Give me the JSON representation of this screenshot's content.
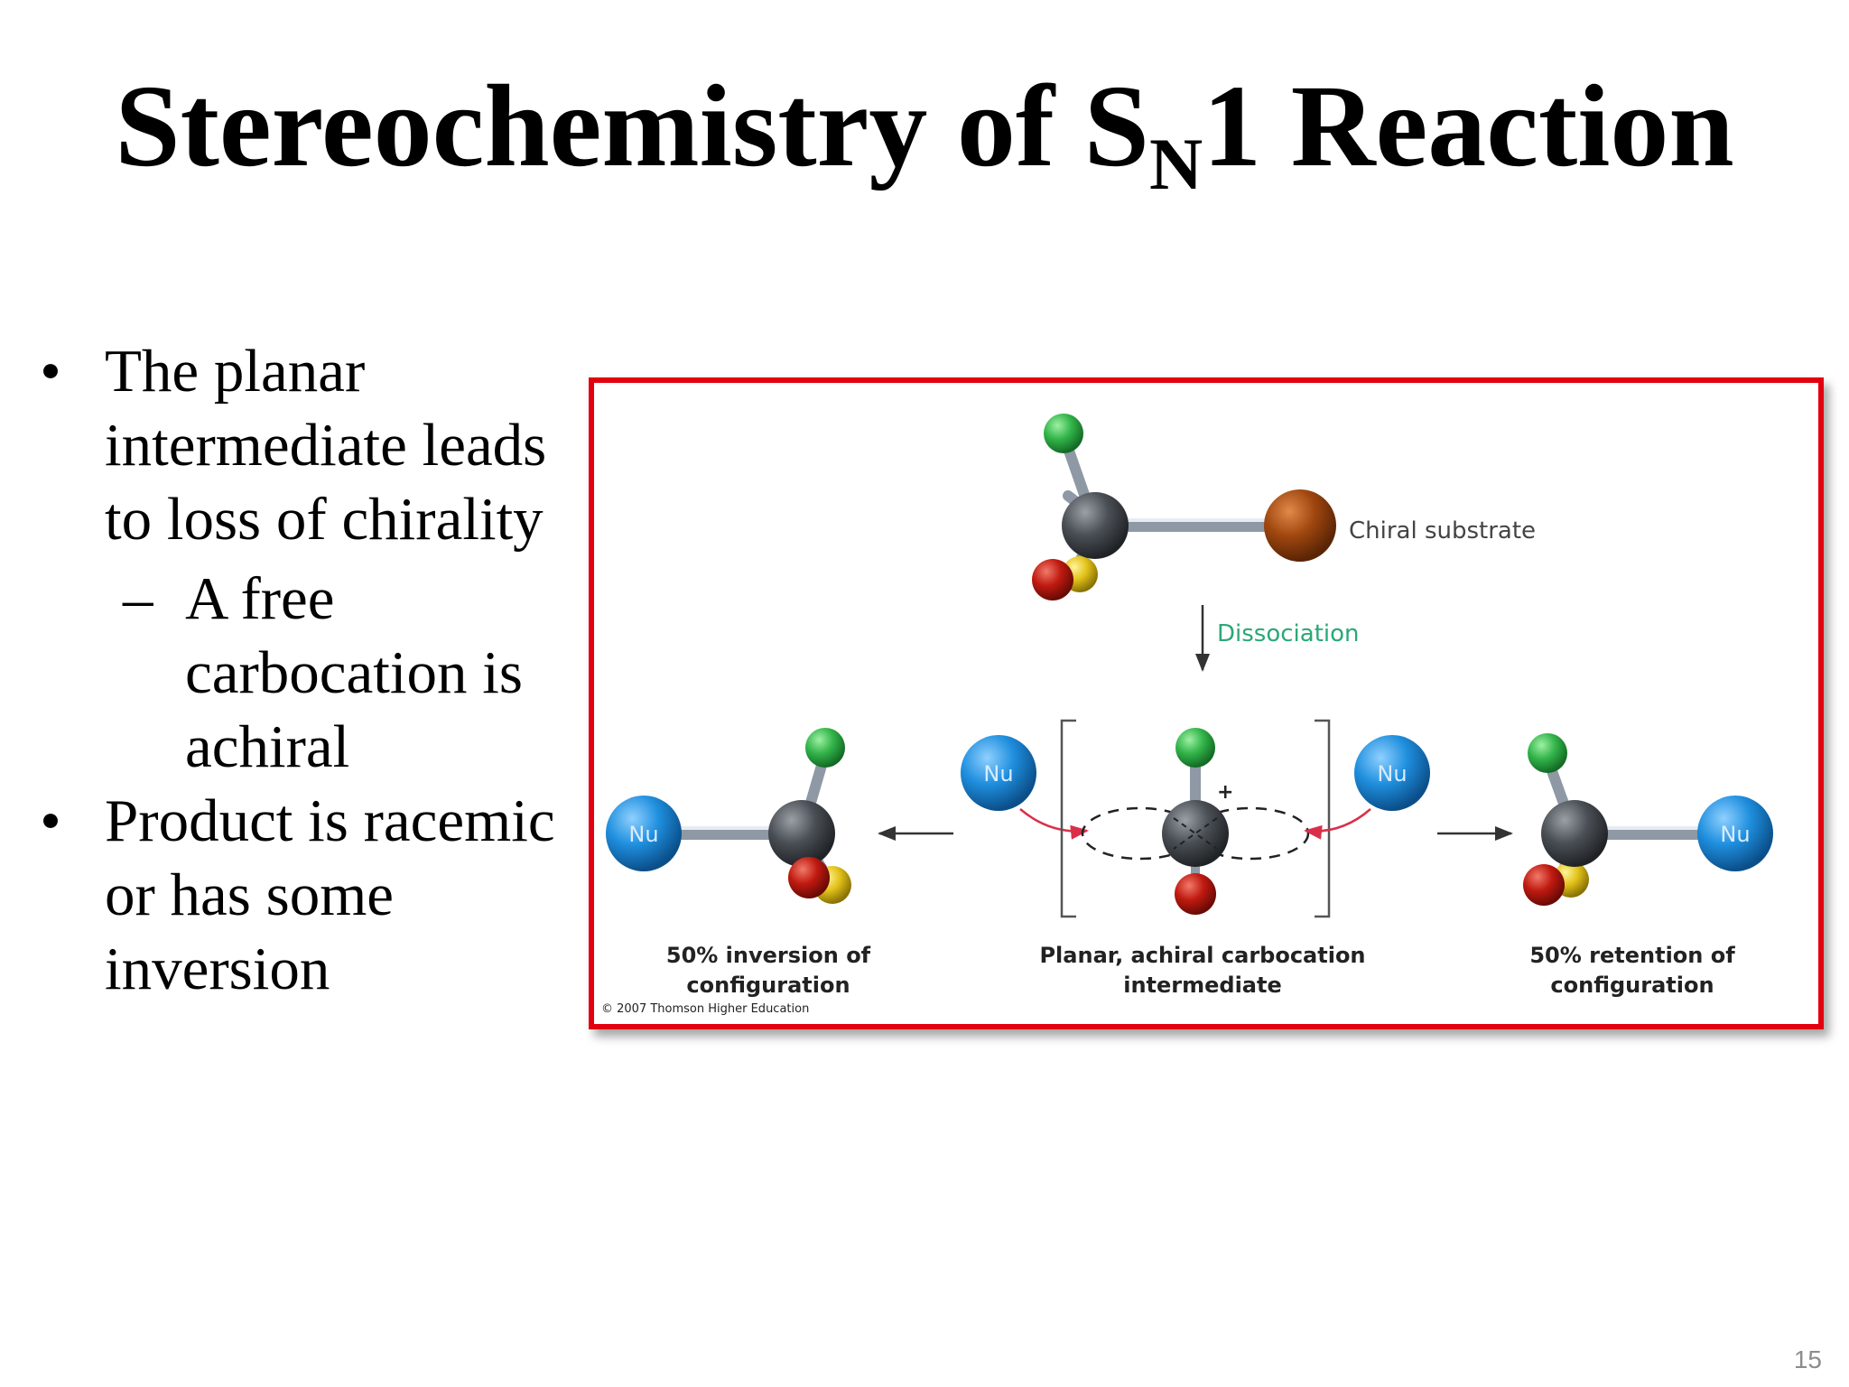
{
  "slide": {
    "title_main": "Stereochemistry of S",
    "title_sub": "N",
    "title_end": "1 Reaction",
    "page_number": "15"
  },
  "bullets": [
    {
      "marker": "•",
      "text": "The planar intermediate leads to loss of chirality",
      "subitems": [
        {
          "marker": "–",
          "text": "A free carbocation is achiral"
        }
      ]
    },
    {
      "marker": "•",
      "text": "Product is racemic or has some inversion"
    }
  ],
  "figure": {
    "chiral_substrate": "Chiral substrate",
    "dissociation": "Dissociation",
    "nu": "Nu",
    "plus": "+",
    "inversion_line1": "50% inversion of",
    "inversion_line2": "configuration",
    "intermediate_line1": "Planar, achiral carbocation",
    "intermediate_line2": "intermediate",
    "retention_line1": "50% retention of",
    "retention_line2": "configuration",
    "copyright": "© 2007 Thomson Higher Education",
    "colors": {
      "border": "#e3000f",
      "carbon": "#4a4f55",
      "leaving_group": "#a0470f",
      "green_atom": "#33b54a",
      "red_atom": "#c01a10",
      "yellow_atom": "#e2c21a",
      "nucleophile": "#1f8fde",
      "dissociation_text": "#2aa876",
      "curved_arrow": "#d9304a"
    }
  }
}
